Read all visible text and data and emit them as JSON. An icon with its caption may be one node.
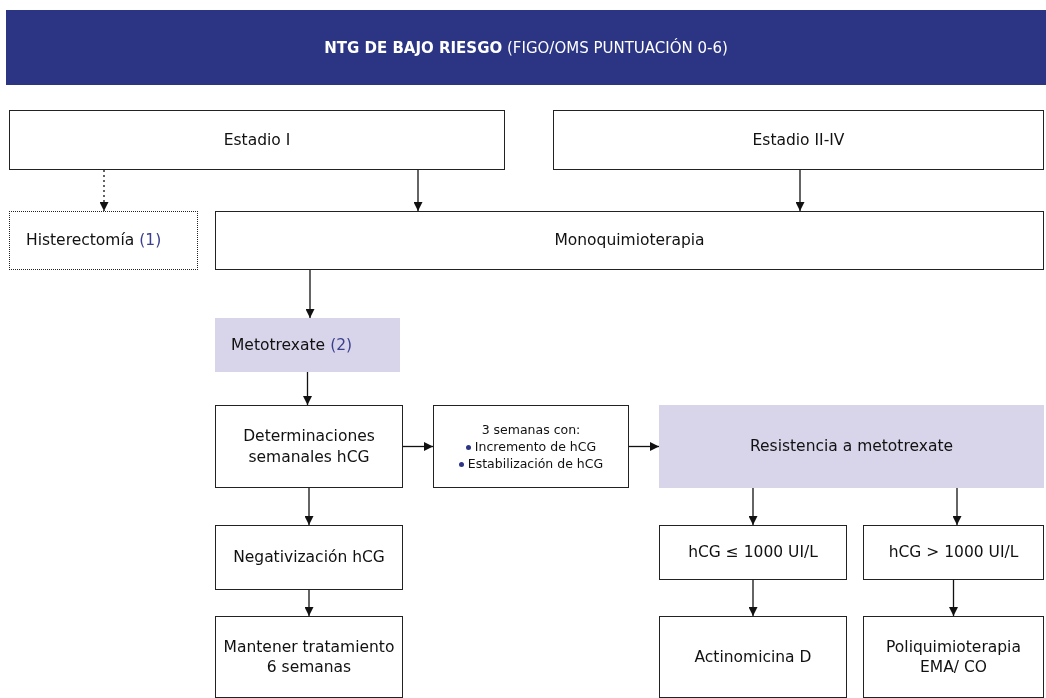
{
  "diagram": {
    "title": "**NTG DE BAJO RIESGO** (FIGO/OMS PUNTUACIÓN 0-6)",
    "nodes": [
      {
        "text": [
          "Estadio I"
        ]
      },
      {
        "text": [
          "Estadio II-IV"
        ]
      },
      {
        "text": [
          "Histerectomía",
          "(1)"
        ]
      },
      {
        "text": [
          "Monoquimioterapia"
        ]
      },
      {
        "text": [
          "Metotrexate",
          "(2)"
        ]
      },
      {
        "text": [
          "Determinaciones semanales hCG"
        ]
      },
      {
        "text": [
          "3 semanas con:",
          "Incremento de hCG",
          "Estabilización de hCG"
        ]
      },
      {
        "text": [
          "Resistencia a metotrexate"
        ]
      },
      {
        "text": [
          "Negativización hCG"
        ]
      },
      {
        "text": [
          "hCG ≤ 1000 UI/L"
        ]
      },
      {
        "text": [
          "hCG > 1000 UI/L"
        ]
      },
      {
        "text": [
          "Mantener tratamiento 6 semanas"
        ]
      },
      {
        "text": [
          "Actinomicina D"
        ]
      },
      {
        "text": [
          "Poliquimioterapia EMA/ CO"
        ]
      }
    ],
    "edges": [
      {
        "from": 0,
        "to": 2,
        "arrow": "to",
        "style": "dashed"
      },
      {
        "from": 0,
        "to": 3,
        "arrow": "to"
      },
      {
        "from": 1,
        "to": 3,
        "arrow": "to"
      },
      {
        "from": 3,
        "to": 4,
        "arrow": "to"
      },
      {
        "from": 4,
        "to": 5,
        "arrow": "to"
      },
      {
        "from": 5,
        "to": 6,
        "arrow": "to"
      },
      {
        "from": 6,
        "to": 7,
        "arrow": "to"
      },
      {
        "from": 5,
        "to": 8,
        "arrow": "to"
      },
      {
        "from": 7,
        "to": 9,
        "arrow": "to"
      },
      {
        "from": 7,
        "to": 10,
        "arrow": "to"
      },
      {
        "from": 8,
        "to": 11,
        "arrow": "to"
      },
      {
        "from": 9,
        "to": 12,
        "arrow": "to"
      },
      {
        "from": 10,
        "to": 13,
        "arrow": "to"
      }
    ]
  }
}
